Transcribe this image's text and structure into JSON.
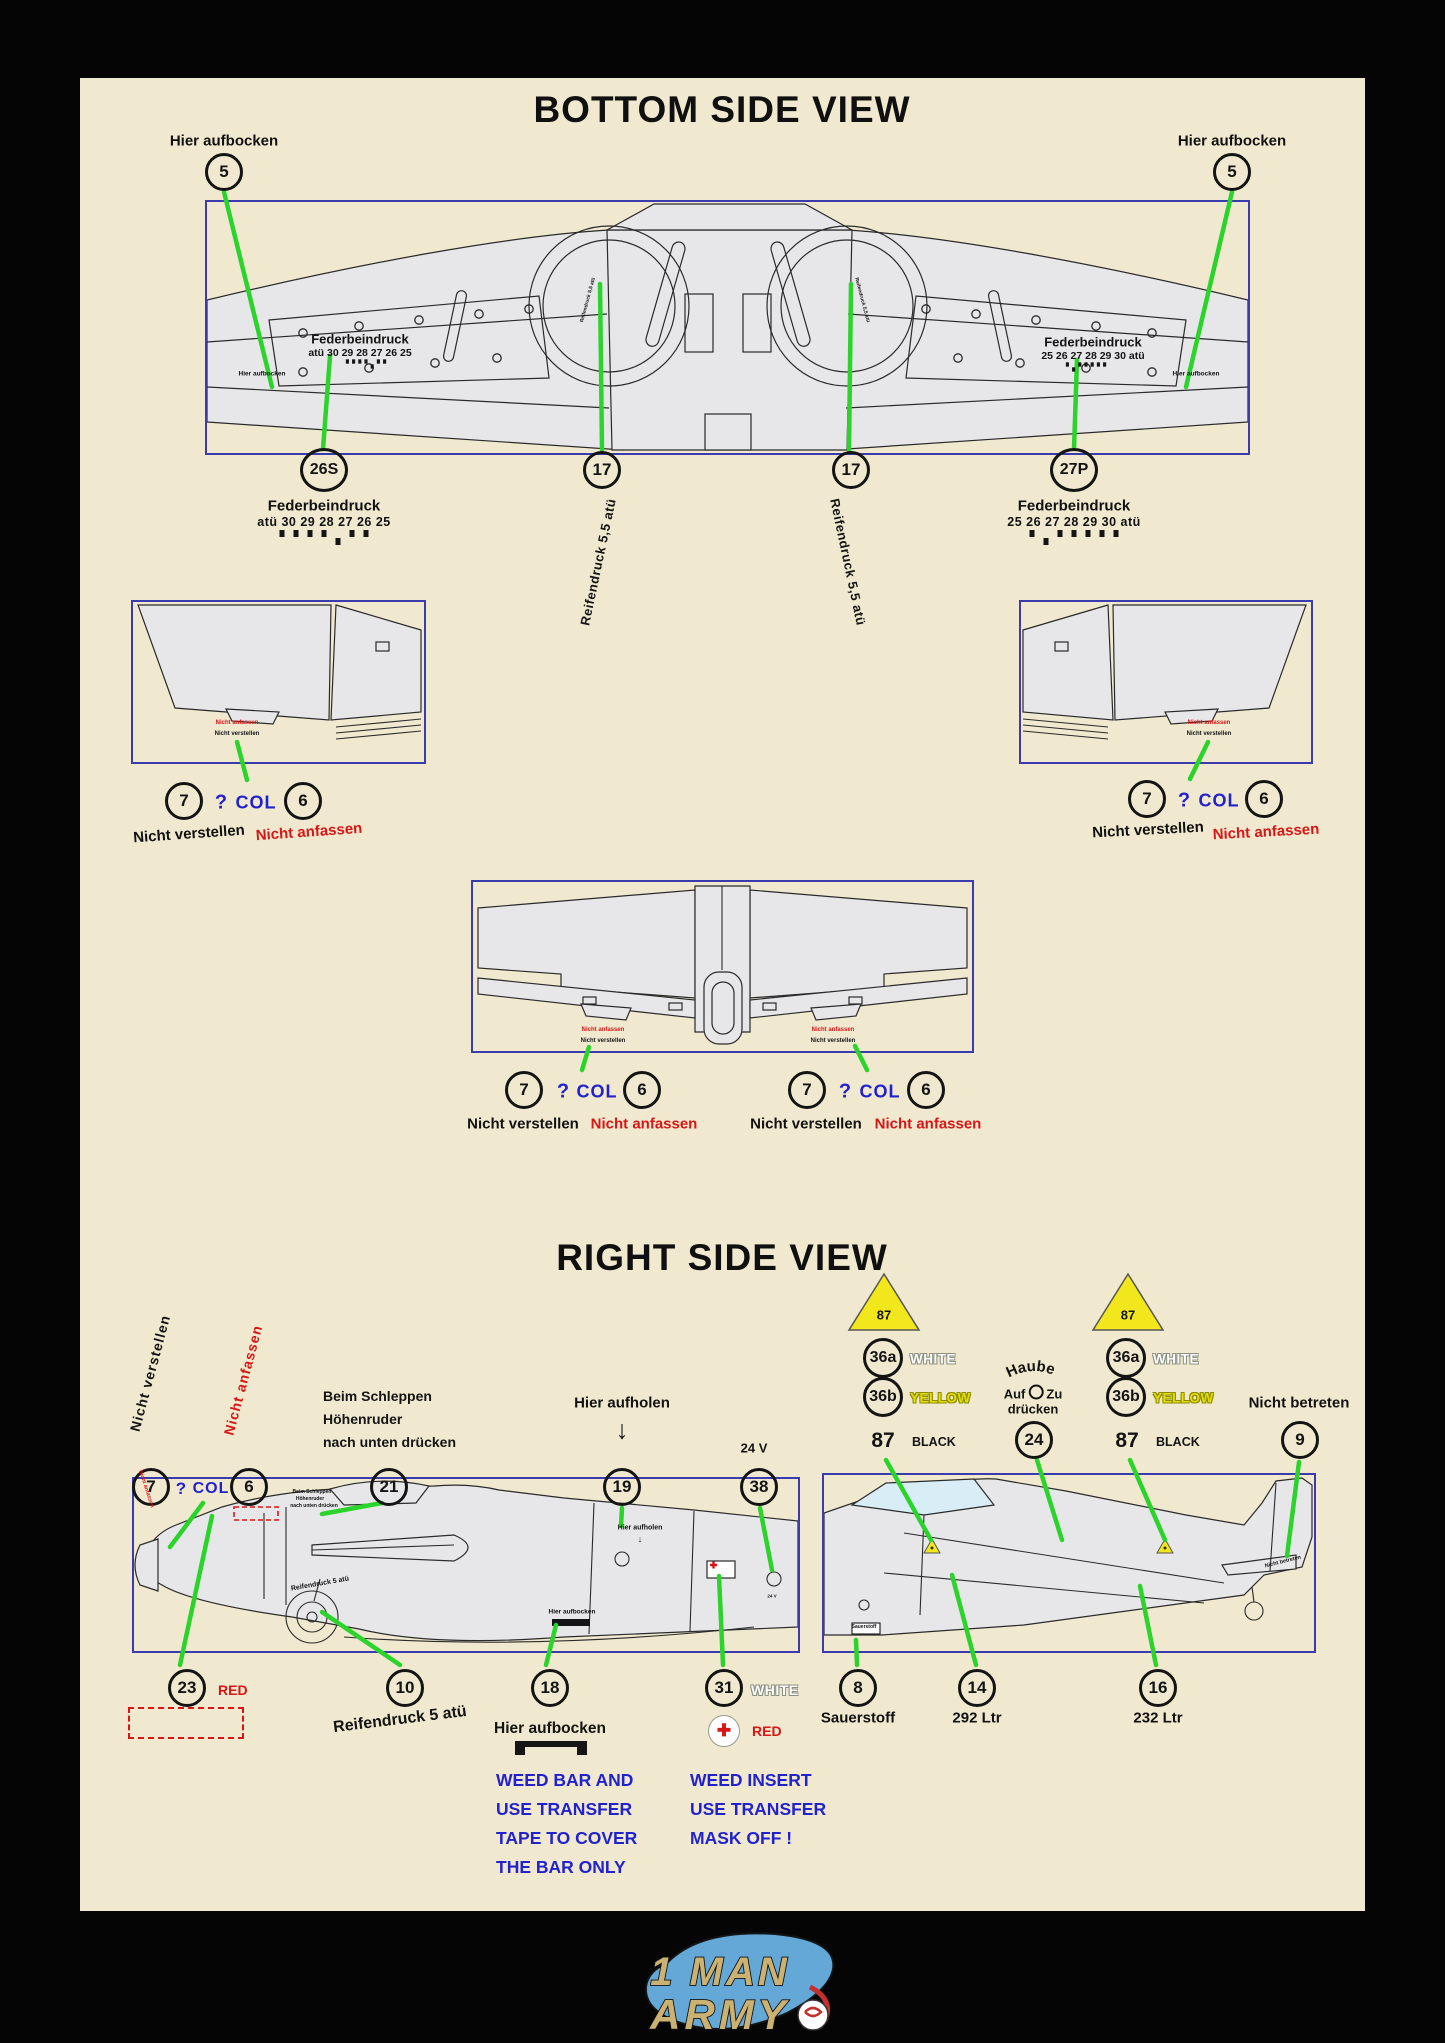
{
  "colors": {
    "page_bg": "#f0e9d0",
    "leader_green": "#2bd42b",
    "warning_red": "#d81616",
    "note_blue": "#2222cc",
    "box_border_blue": "#3b3bb0",
    "triangle_yellow": "#f2e71c",
    "drawing_gray": "#e7e7e9",
    "canopy_blue": "#d9edf7"
  },
  "bottom_view": {
    "title": "BOTTOM SIDE VIEW",
    "jack": {
      "num": "5",
      "label": "Hier aufbocken"
    },
    "strut_left": {
      "num": "26S",
      "name": "Federbeindruck",
      "scale": "atü  30 29 28 27 26 25"
    },
    "strut_right": {
      "num": "27P",
      "name": "Federbeindruck",
      "scale": "25 26 27 28 29 30  atü"
    },
    "tire": {
      "num": "17",
      "label": "Reifendruck 5,5 atü"
    }
  },
  "flap": {
    "num_left": "7",
    "question": "?",
    "col": "COL",
    "num_right": "6",
    "dont_adjust": "Nicht verstellen",
    "dont_touch": "Nicht anfassen"
  },
  "right_view": {
    "title": "RIGHT SIDE VIEW",
    "tow": {
      "num": "21",
      "line1": "Beim Schleppen",
      "line2": "Höhenruder",
      "line3": "nach unten drücken"
    },
    "hoist": {
      "num": "19",
      "label": "Hier aufholen",
      "arrow": "↓"
    },
    "voltage": {
      "num": "38",
      "label": "24 V"
    },
    "warn_triangle": {
      "num": "87"
    },
    "c36a": {
      "num": "36a",
      "color": "WHITE"
    },
    "c36b": {
      "num": "36b",
      "color": "YELLOW"
    },
    "c87": {
      "num": "87",
      "color": "BLACK"
    },
    "canopy": {
      "num": "24",
      "word": "Haube",
      "auf": "Auf",
      "zu": "Zu",
      "press": "drücken"
    },
    "no_step": {
      "num": "9",
      "label": "Nicht betreten"
    },
    "c23": {
      "num": "23",
      "color": "RED"
    },
    "c10": {
      "num": "10",
      "label": "Reifendruck 5 atü"
    },
    "c18": {
      "num": "18",
      "label": "Hier aufbocken"
    },
    "c31": {
      "num": "31",
      "color": "WHITE",
      "cross": "RED"
    },
    "c8": {
      "num": "8",
      "label": "Sauerstoff"
    },
    "c14": {
      "num": "14",
      "label": "292 Ltr"
    },
    "c16": {
      "num": "16",
      "label": "232 Ltr"
    },
    "note_bar": [
      "WEED BAR AND",
      "USE TRANSFER",
      "TAPE TO COVER",
      "THE BAR ONLY"
    ],
    "note_insert": [
      "WEED INSERT",
      "USE TRANSFER",
      "MASK OFF !"
    ]
  },
  "logo": {
    "line1": "1 MAN",
    "line2": "ARMY"
  }
}
